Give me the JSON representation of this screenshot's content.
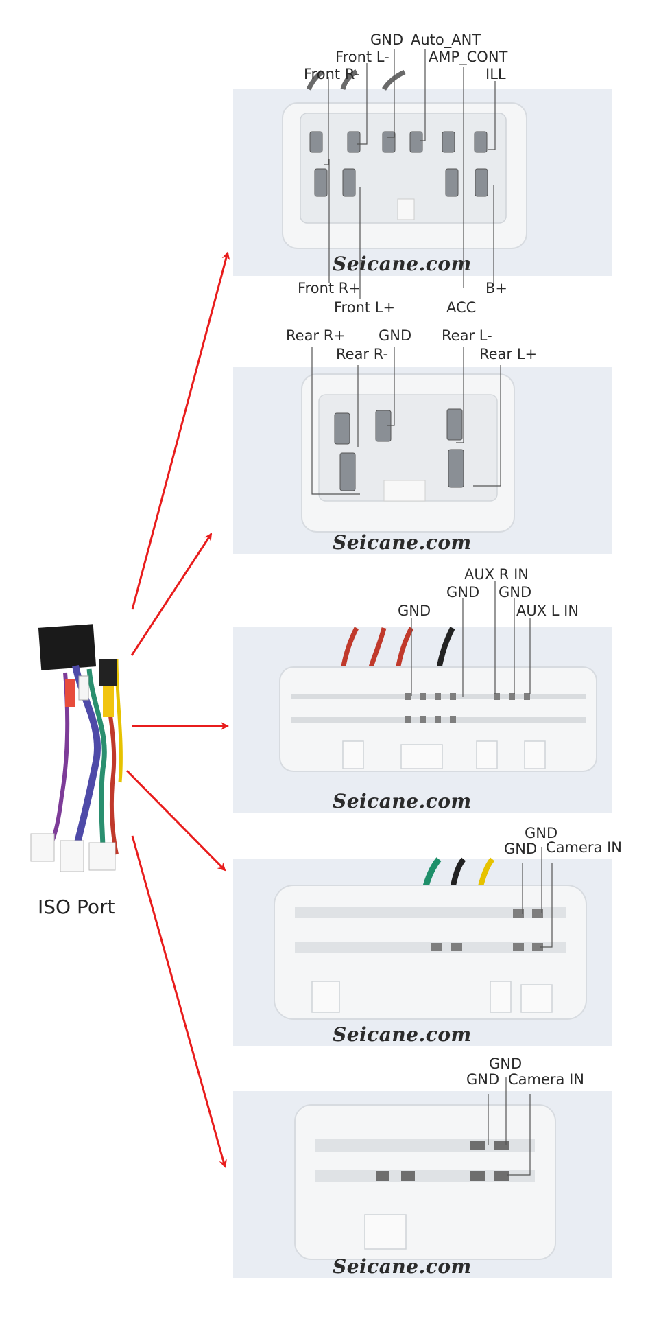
{
  "iso_port": {
    "label": "ISO Port"
  },
  "watermark": "Seicane.com",
  "colors": {
    "arrow": "#e81c1c",
    "leader": "#555555",
    "plug": "#f4f5f6",
    "panel_bg": "#e9edf3"
  },
  "connectors": [
    {
      "name": "connector-1",
      "labels": {
        "gnd": "GND",
        "auto_ant": "Auto_ANT",
        "front_l_minus": "Front L-",
        "amp_cont": "AMP_CONT",
        "front_r_minus": "Front R-",
        "ill": "ILL",
        "front_r_plus": "Front R+",
        "b_plus": "B+",
        "front_l_plus": "Front L+",
        "acc": "ACC"
      }
    },
    {
      "name": "connector-2",
      "labels": {
        "rear_r_plus": "Rear R+",
        "gnd": "GND",
        "rear_l_minus": "Rear L-",
        "rear_r_minus": "Rear R-",
        "rear_l_plus": "Rear L+"
      }
    },
    {
      "name": "connector-3",
      "labels": {
        "aux_r_in": "AUX R IN",
        "gnd_a": "GND",
        "gnd_b": "GND",
        "gnd_c": "GND",
        "aux_l_in": "AUX L IN"
      }
    },
    {
      "name": "connector-4",
      "labels": {
        "gnd_a": "GND",
        "gnd_b": "GND",
        "camera_in": "Camera IN"
      }
    },
    {
      "name": "connector-5",
      "labels": {
        "gnd_a": "GND",
        "gnd_b": "GND",
        "camera_in": "Camera IN"
      }
    }
  ]
}
